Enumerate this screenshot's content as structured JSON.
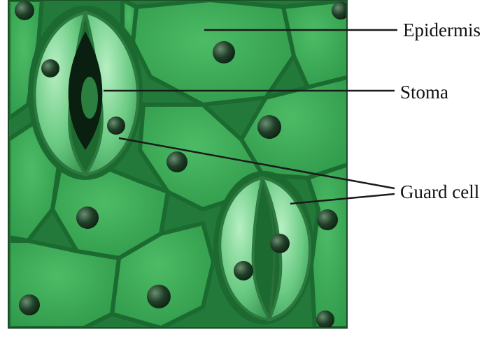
{
  "labels": {
    "epidermis": "Epidermis",
    "stoma": "Stoma",
    "guard_cell": "Guard cell"
  },
  "colors": {
    "tissue": "#2f9a4a",
    "cell_wall": "#1f6e33",
    "cell_light": "#43b05e",
    "guard_cell": "#7fd695",
    "guard_cell_edge": "#2c7a40",
    "stoma_pore": "#0b1f10",
    "nucleus": "#1b3a22",
    "leader_line": "#1a1a1a"
  },
  "icons": {
    "diagram": "leaf-epidermis-with-stomata"
  }
}
